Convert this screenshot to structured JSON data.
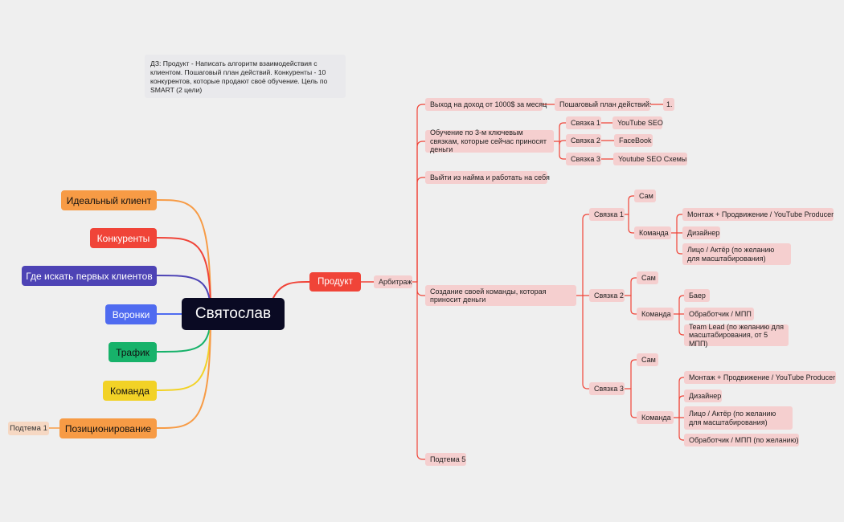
{
  "note": "ДЗ: Продукт - Написать алгоритм взаимодействия с клиентом. Пошаговый план действий. Конкуренты - 10 конкурентов, которые продают своё обучение. Цель по SMART (2 цели)",
  "center": "Святослав",
  "left_topics": [
    {
      "label": "Идеальный клиент",
      "color": "#f79b45",
      "text_color": "#111111"
    },
    {
      "label": "Конкуренты",
      "color": "#f04438",
      "text_color": "#ffffff"
    },
    {
      "label": "Где искать первых клиентов",
      "color": "#4d43b5",
      "text_color": "#ffffff"
    },
    {
      "label": "Воронки",
      "color": "#4f6bf0",
      "text_color": "#ffffff"
    },
    {
      "label": "Трафик",
      "color": "#17b26a",
      "text_color": "#111111"
    },
    {
      "label": "Команда",
      "color": "#f2d226",
      "text_color": "#111111"
    },
    {
      "label": "Позиционирование",
      "color": "#f79b45",
      "text_color": "#111111"
    }
  ],
  "left_subtopic": "Подтема 1",
  "product": "Продукт",
  "arbitrage": "Арбитраж",
  "goals": {
    "income": "Выход на доход от 1000$ за месяц",
    "plan": "Пошаговый план действий:",
    "plan_step": "1.",
    "learning": "Обучение по 3-м ключевым связкам, которые сейчас приносят деньги",
    "quit_job": "Выйти из найма и работать на себя",
    "team": "Создание своей команды, которая приносит деньги",
    "subtopic5": "Подтема 5"
  },
  "learning_links": [
    {
      "label": "Связка 1",
      "detail": "YouTube SEO"
    },
    {
      "label": "Связка 2",
      "detail": "FaceBook"
    },
    {
      "label": "Связка 3",
      "detail": "Youtube SEO Схемы"
    }
  ],
  "team_links": [
    {
      "label": "Связка 1",
      "solo": "Сам",
      "team": "Команда",
      "roles": [
        "Монтаж + Продвижение / YouTube Producer",
        "Дизайнер",
        "Лицо / Актёр (по желанию для масштабирования)"
      ]
    },
    {
      "label": "Связка 2",
      "solo": "Сам",
      "team": "Команда",
      "roles": [
        "Баер",
        "Обработчик / МПП",
        "Team Lead (по желанию для масштабирования, от 5 МПП)"
      ]
    },
    {
      "label": "Связка 3",
      "solo": "Сам",
      "team": "Команда",
      "roles": [
        "Монтаж + Продвижение / YouTube Producer",
        "Дизайнер",
        "Лицо / Актёр (по желанию для масштабирования)",
        "Обработчик / МПП (по желанию)"
      ]
    }
  ],
  "colors": {
    "branch_red": "#f04438",
    "node_pink": "#f5cfcf",
    "center_bg": "#0a0a23",
    "canvas": "#efefef"
  }
}
